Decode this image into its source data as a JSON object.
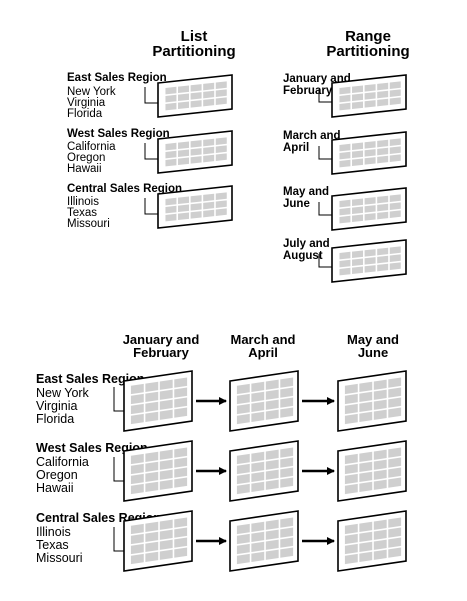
{
  "top_headers": {
    "list": "List\nPartitioning",
    "range": "Range\nPartitioning"
  },
  "regions": [
    {
      "name": "East Sales Region",
      "states": [
        "New York",
        "Virginia",
        "Florida"
      ]
    },
    {
      "name": "West Sales Region",
      "states": [
        "California",
        "Oregon",
        "Hawaii"
      ]
    },
    {
      "name": "Central Sales Region",
      "states": [
        "Illinois",
        "Texas",
        "Missouri"
      ]
    }
  ],
  "range_periods": [
    "January and\nFebruary",
    "March and\nApril",
    "May and\nJune",
    "July and\nAugust"
  ],
  "composite_columns": [
    "January and\nFebruary",
    "March and\nApril",
    "May and\nJune"
  ]
}
